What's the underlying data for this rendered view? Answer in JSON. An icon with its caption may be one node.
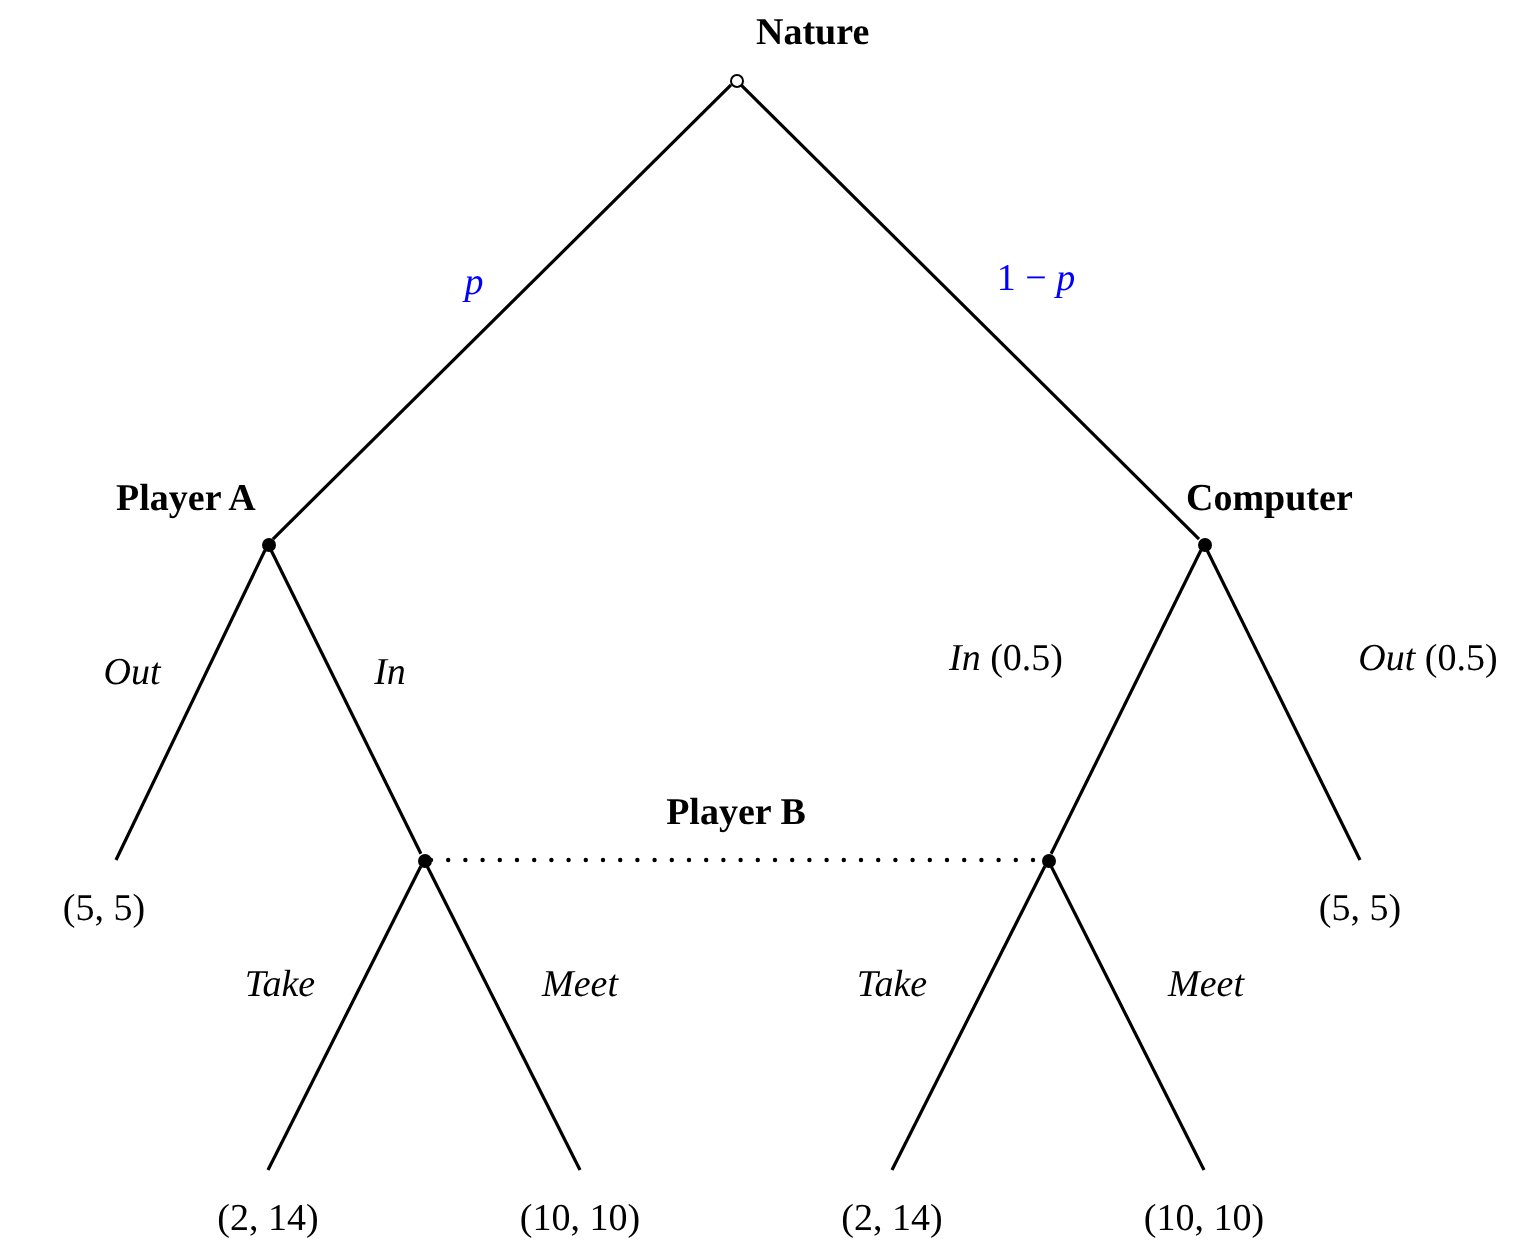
{
  "diagram": {
    "nodes": [
      {
        "text": [
          "Nature"
        ]
      },
      {
        "text": [
          "Player A"
        ]
      },
      {
        "text": [
          "Computer"
        ]
      },
      {
        "text": [
          "(5, 5)"
        ]
      },
      {
        "text": [],
        "shape": "circle"
      },
      {
        "text": [],
        "shape": "circle"
      },
      {
        "text": [
          "(5, 5)"
        ]
      },
      {
        "text": [
          "(2, 14)"
        ]
      },
      {
        "text": [
          "(10, 10)"
        ]
      },
      {
        "text": [
          "(2, 14)"
        ]
      },
      {
        "text": [
          "(10, 10)"
        ]
      }
    ],
    "edges": [
      {
        "from": 0,
        "to": 1,
        "arrow": "none",
        "label": "*p*"
      },
      {
        "from": 0,
        "to": 2,
        "arrow": "none",
        "label": "1 − *p*"
      },
      {
        "from": 1,
        "to": 3,
        "arrow": "none",
        "label": "*Out*"
      },
      {
        "from": 1,
        "to": 4,
        "arrow": "none",
        "label": "*In*"
      },
      {
        "from": 2,
        "to": 5,
        "arrow": "none",
        "label": "*In* (0.5)"
      },
      {
        "from": 2,
        "to": 6,
        "arrow": "none",
        "label": "*Out* (0.5)"
      },
      {
        "from": 4,
        "to": 5,
        "arrow": "none",
        "label": "Player B",
        "style": "dashed"
      },
      {
        "from": 4,
        "to": 7,
        "arrow": "none",
        "label": "*Take*"
      },
      {
        "from": 4,
        "to": 8,
        "arrow": "none",
        "label": "*Meet*"
      },
      {
        "from": 5,
        "to": 9,
        "arrow": "none",
        "label": "*Take*"
      },
      {
        "from": 5,
        "to": 10,
        "arrow": "none",
        "label": "*Meet*"
      }
    ]
  }
}
